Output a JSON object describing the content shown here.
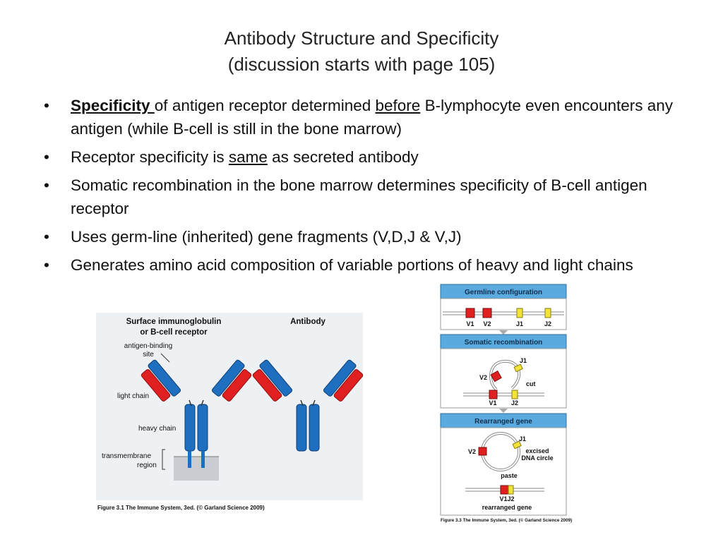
{
  "slide": {
    "title_line1": "Antibody Structure and Specificity",
    "title_line2": "(discussion starts with page 105)",
    "bullet_symbol": "•",
    "bullets": {
      "b1": {
        "part1": "Specificity ",
        "part2": "of antigen receptor determined ",
        "part3": "before",
        "part4": " B-lymphocyte even encounters any antigen (while B-cell is still in the bone marrow)"
      },
      "b2": {
        "part1": "Receptor specificity is ",
        "part2": "same",
        "part3": " as secreted antibody"
      },
      "b3": {
        "text": "Somatic recombination in the bone marrow determines specificity of B-cell antigen receptor"
      },
      "b4": {
        "text": "Uses germ-line (inherited) gene fragments (V,D,J & V,J)"
      },
      "b5": {
        "text": "Generates amino acid composition of variable portions of heavy and light chains"
      }
    }
  },
  "figure1": {
    "heading_left_1": "Surface immunoglobulin",
    "heading_left_2": "or B-cell receptor",
    "heading_right": "Antibody",
    "label_binding_1": "antigen-binding",
    "label_binding_2": "site",
    "label_light": "light chain",
    "label_heavy": "heavy chain",
    "label_tm_1": "transmembrane",
    "label_tm_2": "region",
    "caption": "Figure 3.1 The Immune System, 3ed. (© Garland Science 2009)"
  },
  "figure2": {
    "header1": "Germline configuration",
    "header2": "Somatic recombination",
    "header3": "Rearranged gene",
    "v1": "V1",
    "v2": "V2",
    "j1": "J1",
    "j2": "J2",
    "cut": "cut",
    "excised_1": "excised",
    "excised_2": "DNA circle",
    "paste": "paste",
    "v1j2": "V1J2",
    "rearranged": "rearranged gene",
    "caption": "Figure 3.3 The Immune System, 3ed. (© Garland Science 2009)"
  },
  "colors": {
    "red": "#e02020",
    "blue": "#1f6fc0",
    "yellow": "#f2e33a",
    "header_blue": "#5aa9df",
    "figure_bg": "#eef1f4"
  }
}
